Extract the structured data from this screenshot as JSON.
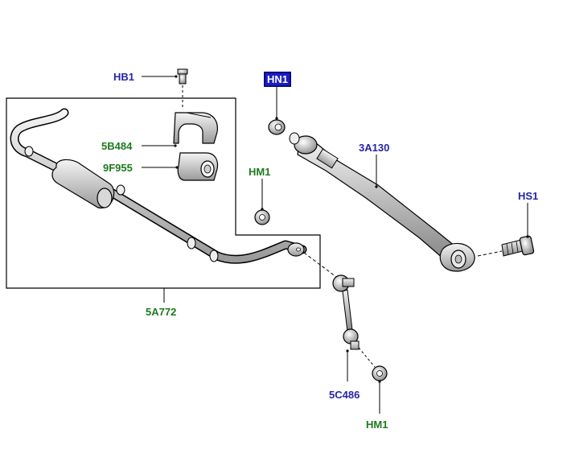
{
  "labels": {
    "hb1": "HB1",
    "hn1": "HN1",
    "b5484": "5B484",
    "f9955": "9F955",
    "hm1_upper": "HM1",
    "a3130": "3A130",
    "hs1": "HS1",
    "a5772": "5A772",
    "c5486": "5C486",
    "hm1_lower": "HM1"
  },
  "selected_label": "HN1",
  "colors": {
    "blue_label": "#2525a8",
    "green_label": "#1d7a1d",
    "selected_bg": "#1c1cc8",
    "line": "#000000"
  }
}
